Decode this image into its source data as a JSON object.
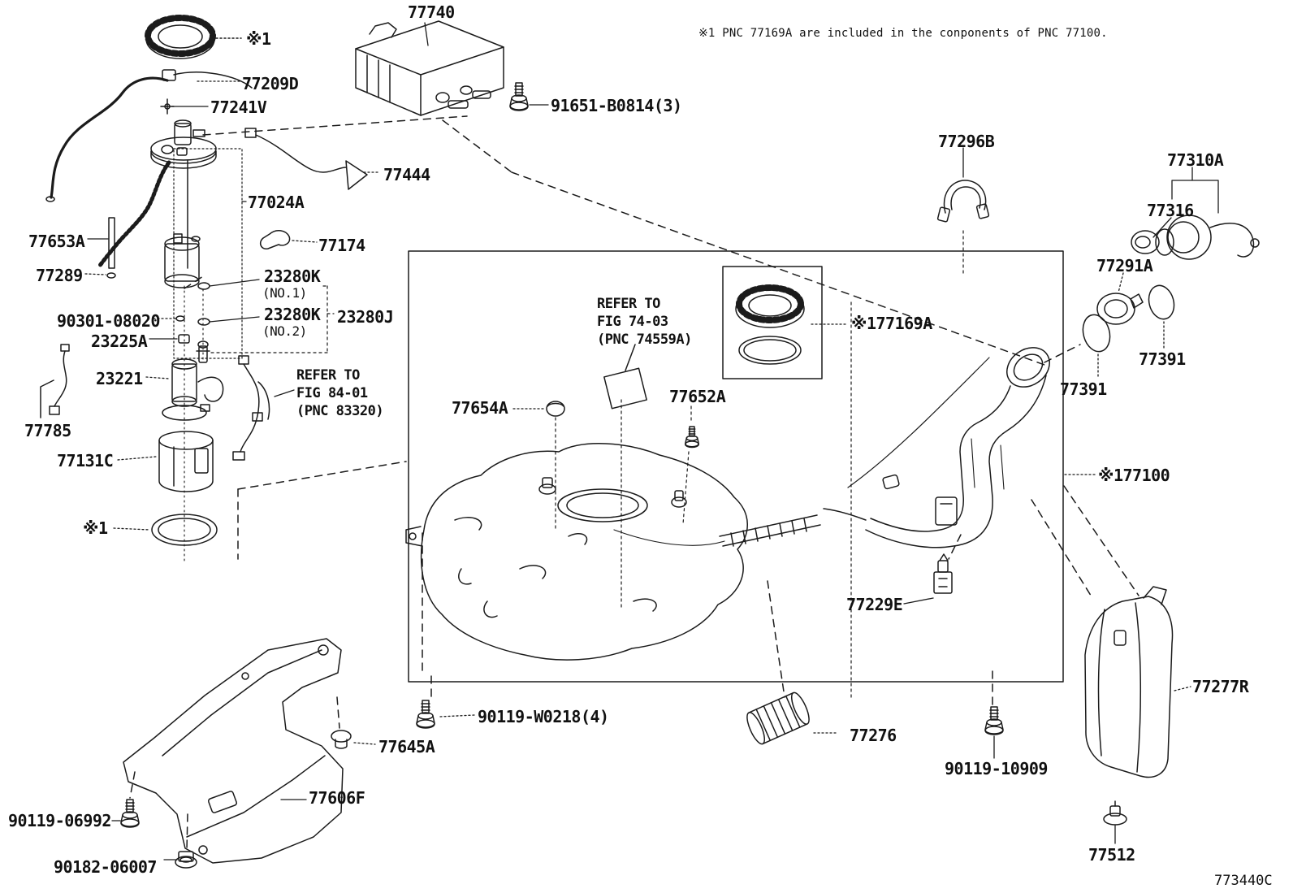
{
  "note": "※1 PNC 77169A are included in the conponents of PNC 77100.",
  "diagram_code": "773440C",
  "labels": {
    "asterisk1_top": "※1",
    "p77740": "77740",
    "p77209D": "77209D",
    "p77241V": "77241V",
    "p91651": "91651-B0814(3)",
    "p77444": "77444",
    "p77024A": "77024A",
    "p77653A": "77653A",
    "p77174": "77174",
    "p77289": "77289",
    "p23280K1": "23280K",
    "no1": "(NO.1)",
    "p23280K2": "23280K",
    "no2": "(NO.2)",
    "p23280J": "23280J",
    "p90301": "90301-08020",
    "p23225A": "23225A",
    "p23221": "23221",
    "refer_fig_84": "REFER TO\nFIG 84-01\n(PNC 83320)",
    "p77785": "77785",
    "p77131C": "77131C",
    "asterisk1_bottom": "※1",
    "refer_fig_74": "REFER TO\nFIG 74-03\n(PNC 74559A)",
    "p77169A": "※177169A",
    "p77654A": "77654A",
    "p77652A": "77652A",
    "p77296B": "77296B",
    "p77310A": "77310A",
    "p77316": "77316",
    "p77291A": "77291A",
    "p77391_right": "77391",
    "p77391_left": "77391",
    "p77100": "※177100",
    "p77229E": "77229E",
    "p77276": "77276",
    "p90119W": "90119-W0218(4)",
    "p77645A": "77645A",
    "p77606F": "77606F",
    "p90119_06992": "90119-06992",
    "p90182_06007": "90182-06007",
    "p90119_10909": "90119-10909",
    "p77277R": "77277R",
    "p77512": "77512"
  }
}
